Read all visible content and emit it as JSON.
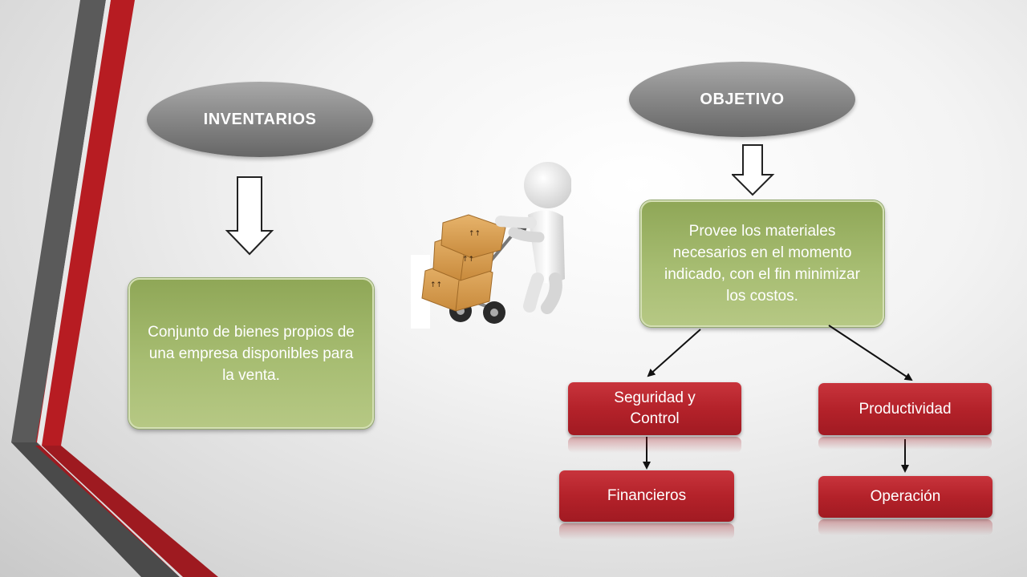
{
  "diagram": {
    "left_title": "INVENTARIOS",
    "left_definition": "Conjunto de bienes propios de una empresa disponibles para la venta.",
    "right_title": "OBJETIVO",
    "right_definition": "Provee los materiales necesarios en el momento indicado, con el fin minimizar los costos.",
    "branch_1": "Seguridad y Control",
    "branch_1_child": "Financieros",
    "branch_2": "Productividad",
    "branch_2_child": "Operación"
  },
  "colors": {
    "accent_red": "#b4222a",
    "green_box": "#a7bd72",
    "grey_oval": "#8a8a8a",
    "stripe_dark": "#555555"
  },
  "icons": {
    "illustration": "person-with-hand-truck-and-boxes"
  }
}
